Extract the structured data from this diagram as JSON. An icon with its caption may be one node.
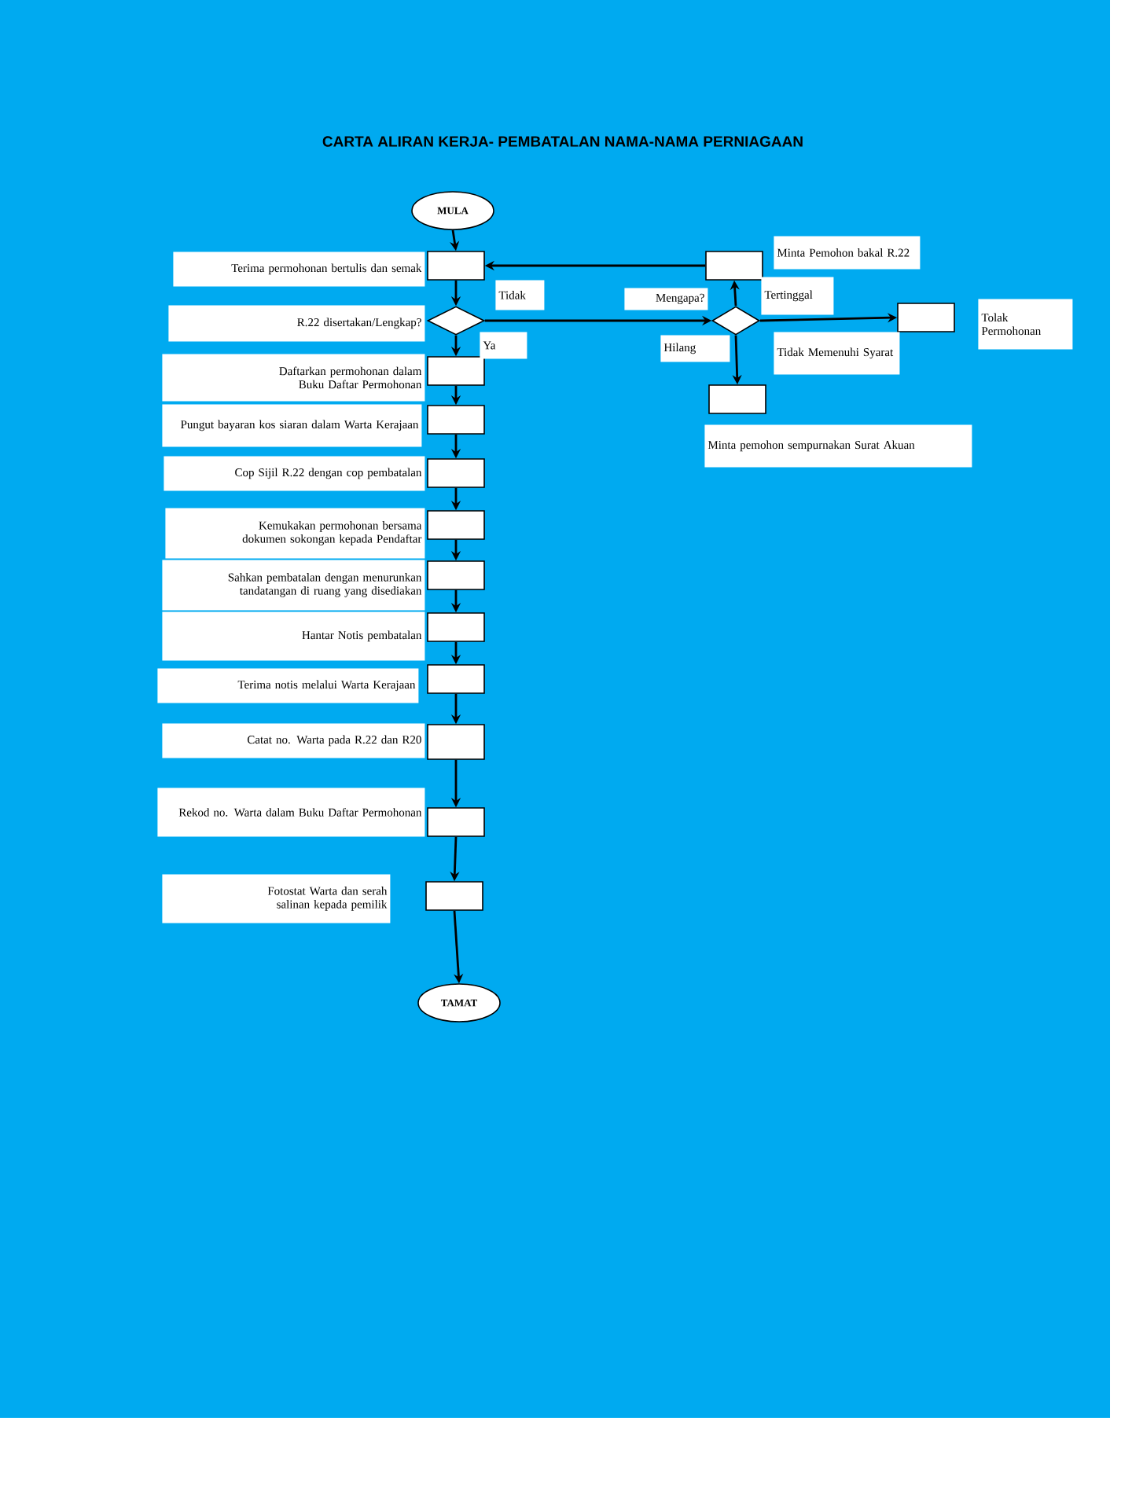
{
  "diagram": {
    "title": "CARTA ALIRAN KERJA- PEMBATALAN NAMA-NAMA PERNIAGAAN",
    "nodes": [
      {
        "text": [
          "MULA"
        ]
      },
      {
        "text": [],
        "shape": "box",
        "beside": [
          "Terima permohonan bertulis dan semak"
        ]
      },
      {
        "text": [],
        "shape": "diamond",
        "beside": [
          "R.22 disertakan/Lengkap?"
        ]
      },
      {
        "text": [],
        "shape": "box",
        "beside": [
          "Daftarkan permohonan dalam Buku Daftar Permohonan"
        ]
      },
      {
        "text": [],
        "shape": "box",
        "beside": [
          "Pungut bayaran kos siaran dalam Warta Kerajaan"
        ]
      },
      {
        "text": [],
        "shape": "box",
        "beside": [
          "Cop Sijil R.22 dengan cop pembatalan"
        ]
      },
      {
        "text": [],
        "shape": "box",
        "beside": [
          "Kemukakan permohonan bersama dokumen sokongan kepada Pendaftar"
        ]
      },
      {
        "text": [],
        "shape": "box",
        "beside": [
          "Sahkan pembatalan dengan menurunkan tandatangan di ruang yang disediakan"
        ]
      },
      {
        "text": [],
        "shape": "box",
        "beside": [
          "Hantar Notis pembatalan"
        ]
      },
      {
        "text": [],
        "shape": "box",
        "beside": [
          "Terima notis melalui Warta Kerajaan"
        ]
      },
      {
        "text": [],
        "shape": "box",
        "beside": [
          "Catat no. Warta pada R.22 dan R20"
        ]
      },
      {
        "text": [],
        "shape": "box",
        "beside": [
          "Rekod no. Warta dalam Buku Daftar Permohonan"
        ]
      },
      {
        "text": [],
        "shape": "box",
        "beside": [
          "Fotostat Warta dan serah salinan kepada pemilik"
        ]
      },
      {
        "text": [
          "TAMAT"
        ]
      },
      {
        "text": [],
        "shape": "diamond",
        "beside": [
          "Mengapa?"
        ]
      },
      {
        "text": [],
        "shape": "box",
        "beside": [
          "Minta Pemohon  bakal R.22"
        ]
      },
      {
        "text": [],
        "shape": "box",
        "beside": [
          "Tolak Permohonan"
        ]
      },
      {
        "text": [],
        "shape": "box",
        "beside": [
          "Minta pemohon sempurnakan Surat Akuan"
        ]
      }
    ],
    "edges": [
      {
        "from": 0,
        "to": 1,
        "arrow": "to"
      },
      {
        "from": 1,
        "to": 2,
        "arrow": "to"
      },
      {
        "from": 2,
        "to": 3,
        "arrow": "to",
        "label": "Ya"
      },
      {
        "from": 3,
        "to": 4,
        "arrow": "to"
      },
      {
        "from": 4,
        "to": 5,
        "arrow": "to"
      },
      {
        "from": 5,
        "to": 6,
        "arrow": "to"
      },
      {
        "from": 6,
        "to": 7,
        "arrow": "to"
      },
      {
        "from": 7,
        "to": 8,
        "arrow": "to"
      },
      {
        "from": 8,
        "to": 9,
        "arrow": "to"
      },
      {
        "from": 9,
        "to": 10,
        "arrow": "to"
      },
      {
        "from": 10,
        "to": 11,
        "arrow": "to"
      },
      {
        "from": 11,
        "to": 12,
        "arrow": "to"
      },
      {
        "from": 12,
        "to": 13,
        "arrow": "to"
      },
      {
        "from": 2,
        "to": 14,
        "arrow": "to",
        "label": "Tidak"
      },
      {
        "from": 14,
        "to": 15,
        "arrow": "to",
        "label": "Tertinggal"
      },
      {
        "from": 15,
        "to": 1,
        "arrow": "to"
      },
      {
        "from": 14,
        "to": 16,
        "arrow": "to",
        "label": "Tidak Memenuhi Syarat"
      },
      {
        "from": 14,
        "to": 17,
        "arrow": "to",
        "label": "Hilang"
      }
    ]
  }
}
